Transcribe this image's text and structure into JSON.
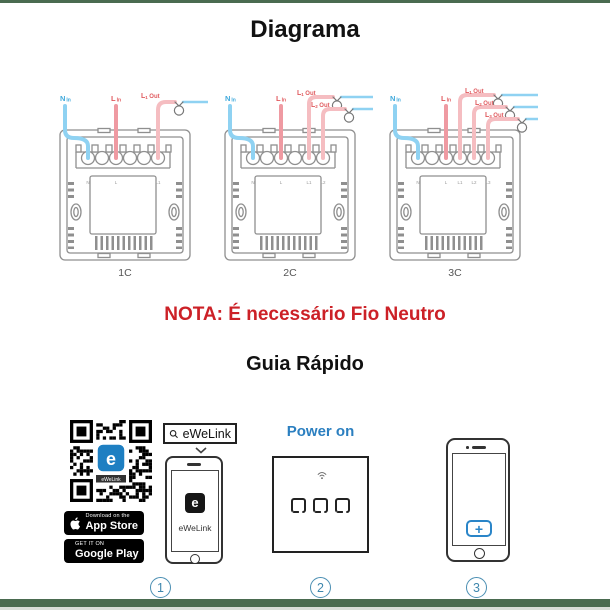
{
  "page": {
    "title": "Diagrama",
    "note": "NOTA: É necessário Fio Neutro"
  },
  "diagrams": {
    "panels": [
      {
        "caption": "1C",
        "n_main": "N",
        "n_sub": "In",
        "l_main": "L",
        "l_sub": "In",
        "outs": [
          {
            "main": "L",
            "sub": "1",
            "rest": "Out"
          }
        ],
        "terminals": [
          "N",
          "L",
          "L1"
        ]
      },
      {
        "caption": "2C",
        "n_main": "N",
        "n_sub": "In",
        "l_main": "L",
        "l_sub": "In",
        "outs": [
          {
            "main": "L",
            "sub": "1",
            "rest": "Out"
          },
          {
            "main": "L",
            "sub": "2",
            "rest": "Out"
          }
        ],
        "terminals": [
          "N",
          "L",
          "L1",
          "L2"
        ]
      },
      {
        "caption": "3C",
        "n_main": "N",
        "n_sub": "In",
        "l_main": "L",
        "l_sub": "In",
        "outs": [
          {
            "main": "L",
            "sub": "1",
            "rest": "Out"
          },
          {
            "main": "L",
            "sub": "2",
            "rest": "Out"
          },
          {
            "main": "L",
            "sub": "3",
            "rest": "Out"
          }
        ],
        "terminals": [
          "N",
          "L",
          "L1",
          "L2",
          "L3"
        ]
      }
    ]
  },
  "guide": {
    "title": "Guia Rápido",
    "search_label": "eWeLink",
    "app_name": "eWeLink",
    "qr_logo_letter": "e",
    "qr_logo_text": "eWeLink",
    "badges": {
      "apple_top": "Download on the",
      "apple_bottom": "App Store",
      "play_top": "GET IT ON",
      "play_bottom": "Google Play"
    },
    "power_on": "Power on",
    "plus": "+",
    "steps": [
      {
        "num": "1"
      },
      {
        "num": "2"
      },
      {
        "num": "3"
      }
    ]
  },
  "colors": {
    "wire_neutral_blue": "#8fd2f2",
    "wire_live_red": "#ef9aa2",
    "wire_out_pink": "#f5bdc1",
    "label_blue": "#3fa9dc",
    "label_red": "#e05a5e",
    "note_red": "#cc2127",
    "power_on_blue": "#2b7fc0",
    "step_blue": "#4b8fb3",
    "footer_green": "#4a6b50"
  }
}
